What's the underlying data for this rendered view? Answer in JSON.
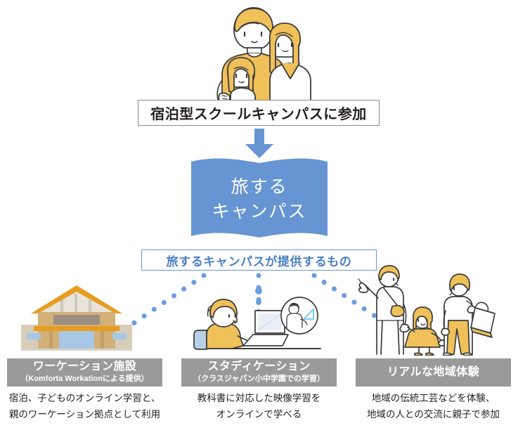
{
  "diagram": {
    "top_box": {
      "label": "宿泊型スクールキャンパスに参加",
      "icon": "family-illustration"
    },
    "arrow": {
      "icon": "arrow-down-icon",
      "color": "#6795d3"
    },
    "banner": {
      "line1": "旅する",
      "line2": "キャンパス",
      "color": "#6795d3",
      "text_color": "#ffffff"
    },
    "sub_heading": {
      "label": "旅するキャンパスが提供するもの",
      "border_color": "#6795d3",
      "text_color": "#4a7fc4"
    },
    "connector": {
      "style": "dotted",
      "color": "#6d9edb"
    },
    "columns": [
      {
        "id": "workation",
        "icon": "lodge-building-illustration",
        "title": "ワーケーション施設",
        "subtitle": "（Komforta Workationによる提供）",
        "label_bg": "#9a9a9a",
        "desc_line1": "宿泊、子どものオンライン学習と、",
        "desc_line2": "親のワーケーション拠点として利用"
      },
      {
        "id": "studycation",
        "icon": "child-laptop-online-class-illustration",
        "title": "スタディケーション",
        "subtitle": "（クラスジャパン小中学園での学習）",
        "label_bg": "#9a9a9a",
        "desc_line1": "教科書に対応した映像学習を",
        "desc_line2": "オンラインで学べる"
      },
      {
        "id": "local-experience",
        "icon": "family-walking-illustration",
        "title": "リアルな地域体験",
        "subtitle": "",
        "label_bg": "#9a9a9a",
        "desc_line1": "地域の伝統工芸などを体験、",
        "desc_line2": "地域の人との交流に親子で参加"
      }
    ]
  }
}
